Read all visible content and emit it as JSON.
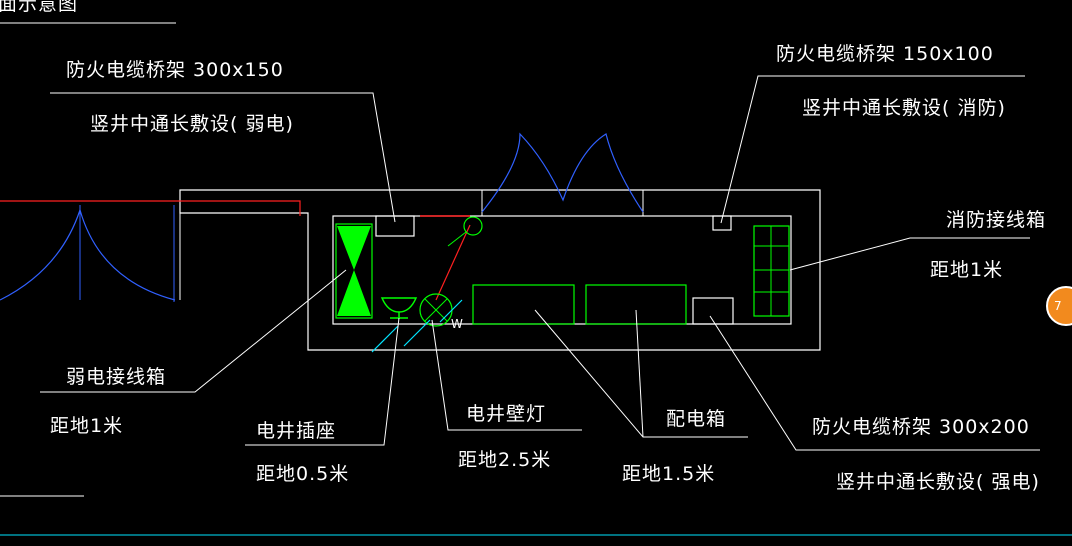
{
  "title": "面示意图",
  "colors": {
    "background": "#000000",
    "wall": "#ffffff",
    "equipment": "#00ff00",
    "red_line": "#ff2020",
    "door": "#3060ff",
    "dimension": "#00e5ff",
    "badge": "#f28a1e"
  },
  "labels": {
    "tray_weak_title": "防火电缆桥架 300x150",
    "tray_weak_note": "竖井中通长敷设( 弱电)",
    "tray_fire_title": "防火电缆桥架 150x100",
    "tray_fire_note": "竖井中通长敷设( 消防)",
    "fire_box_title": "消防接线箱",
    "fire_box_height": "距地1米",
    "weak_box_title": "弱电接线箱",
    "weak_box_height": "距地1米",
    "socket_title": "电井插座",
    "socket_height": "距地0.5米",
    "lamp_title": "电井壁灯",
    "lamp_height": "距地2.5米",
    "panel_title": "配电箱",
    "panel_height": "距地1.5米",
    "tray_strong_title": "防火电缆桥架 300x200",
    "tray_strong_note": "竖井中通长敷设( 强电)",
    "lamp_mark": "W"
  },
  "badge": {
    "text": "7"
  }
}
